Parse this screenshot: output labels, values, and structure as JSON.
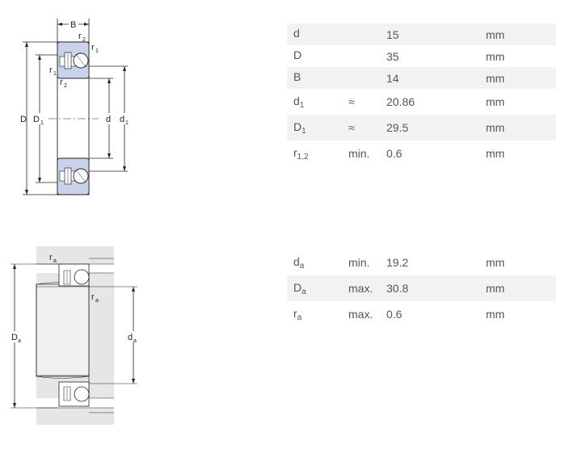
{
  "drawing_top": {
    "labels": {
      "B": "B",
      "D": "D",
      "D1": "D",
      "D1_sub": "1",
      "d": "d",
      "d1": "d",
      "d1_sub": "1",
      "r1": "r",
      "r1_sub": "1",
      "r2": "r",
      "r2_sub": "2"
    }
  },
  "drawing_bottom": {
    "labels": {
      "Da": "D",
      "Da_sub": "a",
      "da": "d",
      "da_sub": "a",
      "ra": "r",
      "ra_sub": "a"
    }
  },
  "dimensions": [
    {
      "symbol": "d",
      "sub": "",
      "qualifier": "",
      "value": "15",
      "unit": "mm"
    },
    {
      "symbol": "D",
      "sub": "",
      "qualifier": "",
      "value": "35",
      "unit": "mm"
    },
    {
      "symbol": "B",
      "sub": "",
      "qualifier": "",
      "value": "14",
      "unit": "mm"
    },
    {
      "symbol": "d",
      "sub": "1",
      "qualifier": "≈",
      "value": "20.86",
      "unit": "mm"
    },
    {
      "symbol": "D",
      "sub": "1",
      "qualifier": "≈",
      "value": "29.5",
      "unit": "mm"
    },
    {
      "symbol": "r",
      "sub": "1,2",
      "qualifier": "min.",
      "value": "0.6",
      "unit": "mm"
    }
  ],
  "abutment": [
    {
      "symbol": "d",
      "sub": "a",
      "qualifier": "min.",
      "value": "19.2",
      "unit": "mm"
    },
    {
      "symbol": "D",
      "sub": "a",
      "qualifier": "max.",
      "value": "30.8",
      "unit": "mm"
    },
    {
      "symbol": "r",
      "sub": "a",
      "qualifier": "max.",
      "value": "0.6",
      "unit": "mm"
    }
  ],
  "colors": {
    "ring_fill": "#c9d2ea",
    "housing_fill": "#e6e6e6",
    "row_shade": "#f2f2f2"
  }
}
